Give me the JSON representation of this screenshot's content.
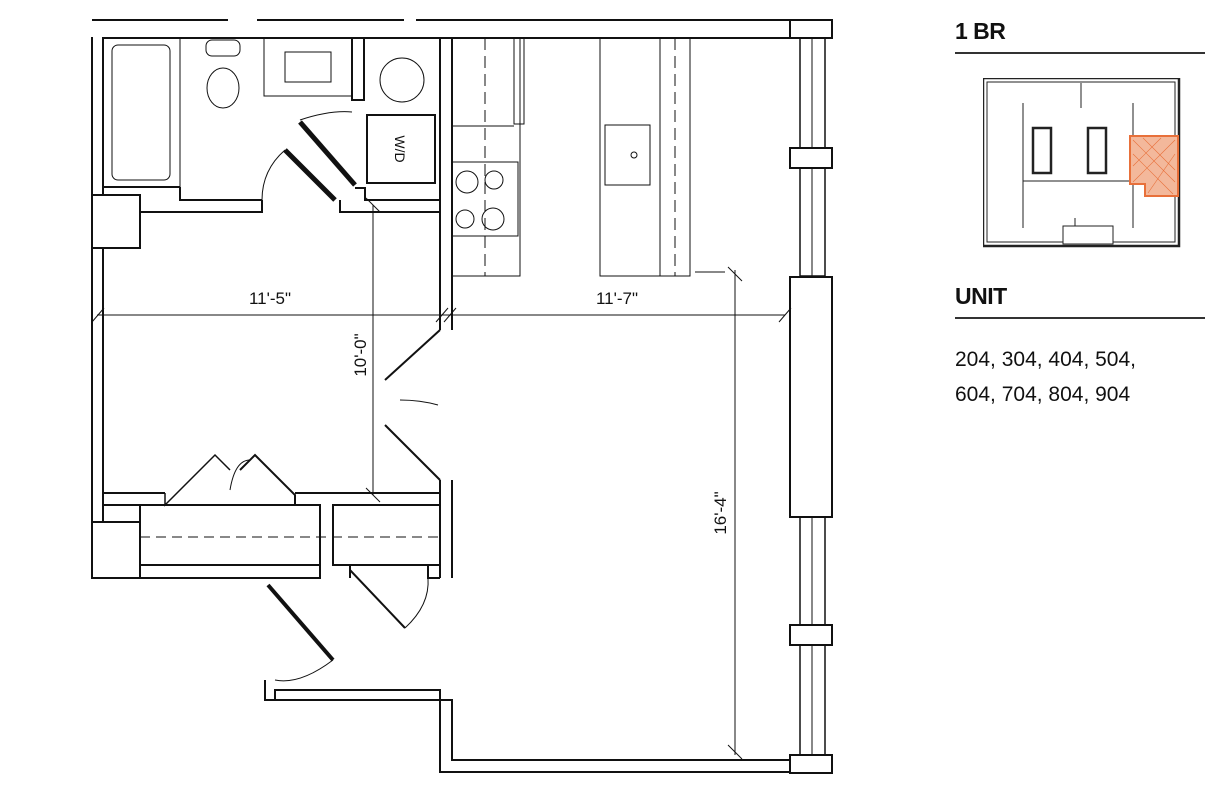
{
  "unit_type": "1 BR",
  "unit_heading": "UNIT",
  "unit_numbers_line1": "204, 304, 404, 504,",
  "unit_numbers_line2": "604, 704, 804, 904",
  "fixtures": {
    "washer_dryer": "W/D"
  },
  "dimensions": {
    "living_width": "11'-5\"",
    "kitchen_width": "11'-7\"",
    "bedroom_depth": "10'-0\"",
    "living_depth": "16'-4\""
  },
  "colors": {
    "highlight": "#e8703a",
    "line": "#111111"
  }
}
